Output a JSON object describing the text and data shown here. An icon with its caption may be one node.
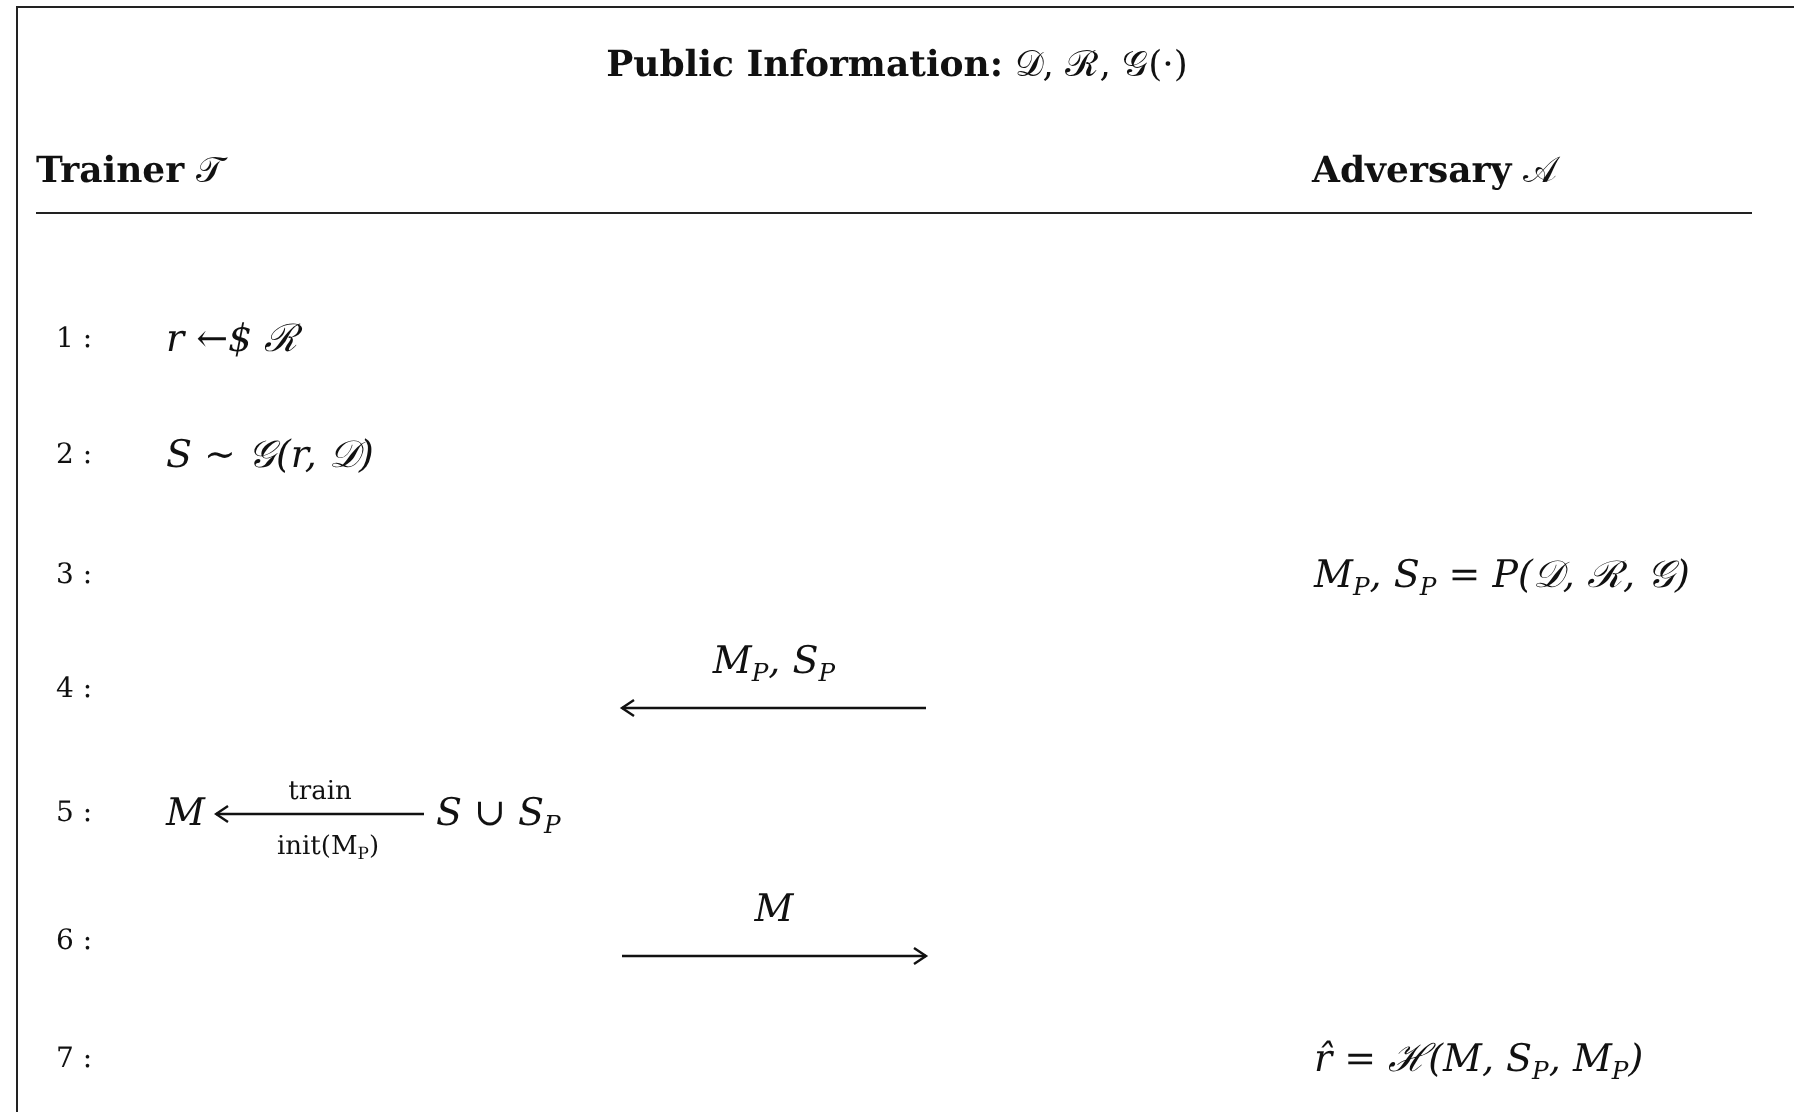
{
  "diagram": {
    "title": "**Public Information:** 𝒟, ℛ, 𝒢(·)",
    "nodes": [
      {
        "text": [
          "M"
        ]
      },
      {
        "text": [
          "S ∪ S$_{P}$"
        ]
      }
    ],
    "edges": [
      {
        "from": 1,
        "to": 0,
        "arrow": "to",
        "label": "train"
      }
    ],
    "labels": [
      "**Trainer** 𝒯",
      "**Adversary** 𝒜",
      "1 :",
      "r ←$ ℛ",
      "2 :",
      "S ∼ 𝒢(r, 𝒟)",
      "3 :",
      "M$_{P}$, S$_{P}$ = P(𝒟, ℛ, 𝒢)",
      "4 :",
      "M$_{P}$, S$_{P}$",
      "5 :",
      "init(M$_{P}$)",
      "6 :",
      "M",
      "7 :",
      "r̂ = ℋ(M, S$_{P}$, M$_{P}$)"
    ]
  }
}
